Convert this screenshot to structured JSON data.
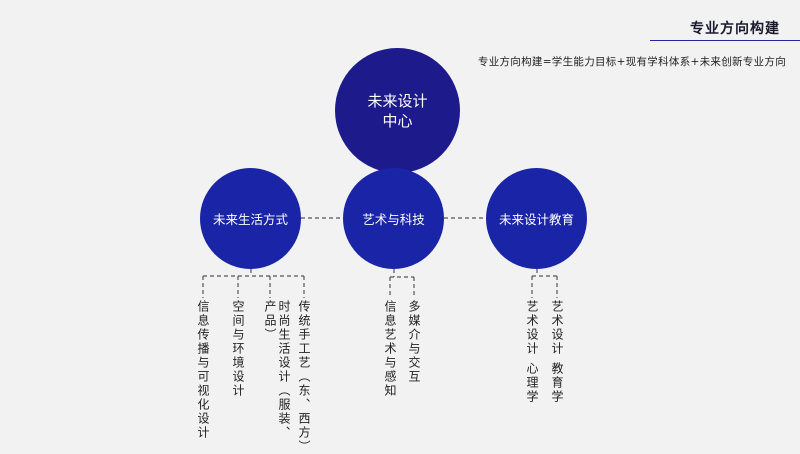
{
  "header": {
    "title": "专业方向构建",
    "formula": "专业方向构建=学生能力目标+现有学科体系+未来创新专业方向"
  },
  "diagram": {
    "center": {
      "line1": "未来设计",
      "line2": "中心"
    },
    "nodes": {
      "left": "未来生活方式",
      "middle": "艺术与科技",
      "right": "未来设计教育"
    },
    "branches": {
      "left": [
        "信息传播与可视化设计",
        "空间与环境设计",
        "时尚生活设计（服装、产品）",
        "传统手工艺（东、西方）"
      ],
      "middle": [
        "信息艺术与感知",
        "多媒介与交互"
      ],
      "right": [
        "艺术设计 心理学",
        "艺术设计 教育学"
      ]
    }
  },
  "colors": {
    "center_fill": "#1d1a8c",
    "node_fill": "#1a24a6",
    "rule": "#26269c",
    "connector": "#555555"
  }
}
